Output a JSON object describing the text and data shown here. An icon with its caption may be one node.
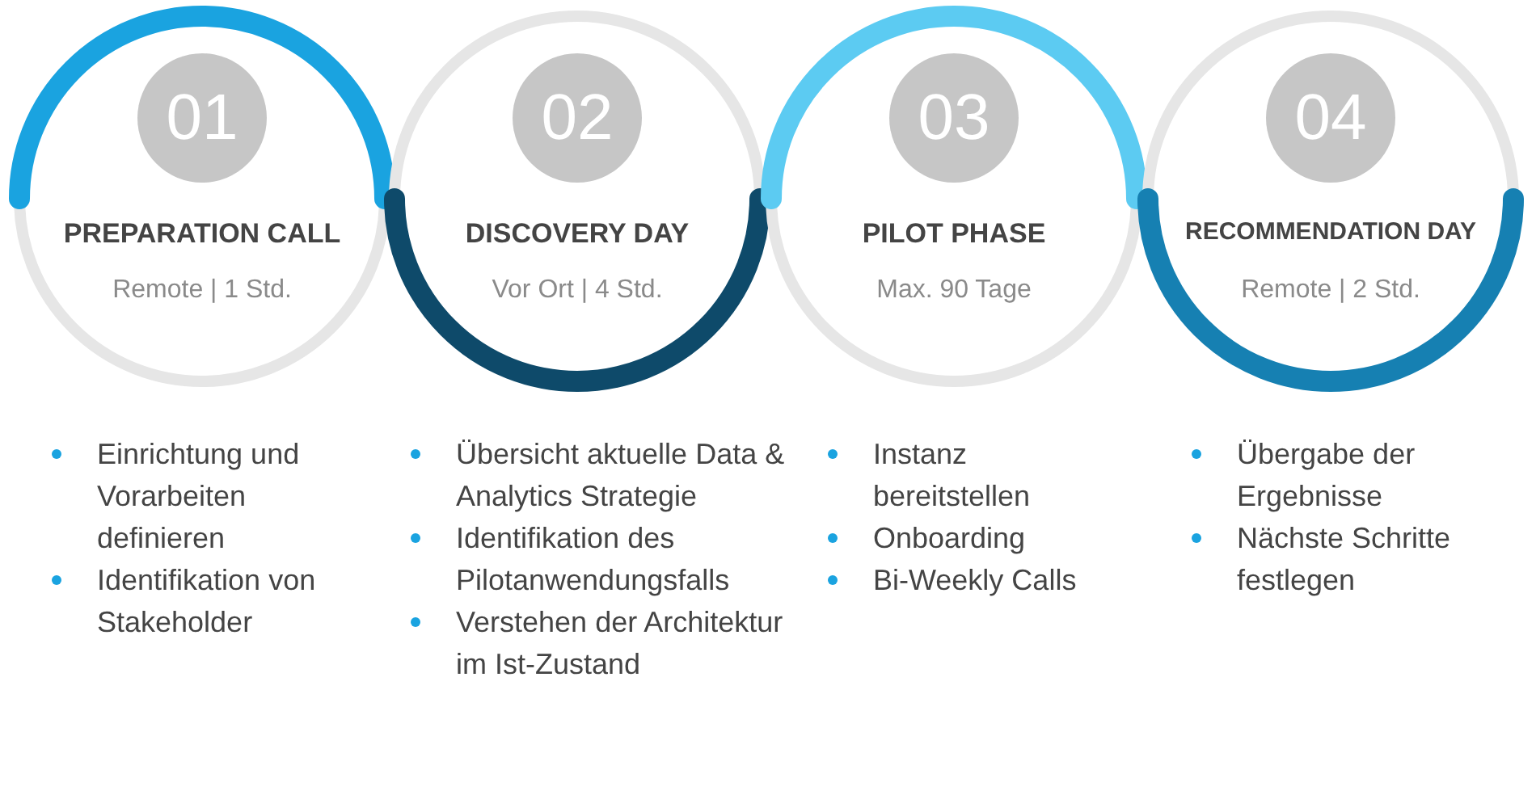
{
  "diagram": {
    "nodes": [
      {
        "text": [
          "PREPARATION CALL",
          "Remote | 1 Std."
        ]
      },
      {
        "text": [
          "01"
        ],
        "in": 0
      },
      {
        "text": [
          "DISCOVERY DAY",
          "Vor Ort | 4 Std."
        ]
      },
      {
        "text": [
          "02"
        ],
        "in": 2
      },
      {
        "text": [
          "PILOT PHASE",
          "Max. 90 Tage"
        ]
      },
      {
        "text": [
          "03"
        ],
        "in": 4
      },
      {
        "text": [
          "RECOMMENDATION DAY",
          "Remote | 2 Std."
        ]
      },
      {
        "text": [
          "04"
        ],
        "in": 6
      }
    ],
    "labels": [
      "Einrichtung und Vorarbeiten definieren",
      "Identifikation von Stakeholder",
      "Übersicht aktuelle Data & Analytics Strategie",
      "Identifikation des Pilotanwendungsfalls",
      "Verstehen der Architektur im Ist-Zustand",
      "Instanz bereitstellen",
      "Onboarding",
      "Bi-Weekly Calls",
      "Übergabe der Ergebnisse",
      "Nächste Schritte festlegen"
    ]
  }
}
